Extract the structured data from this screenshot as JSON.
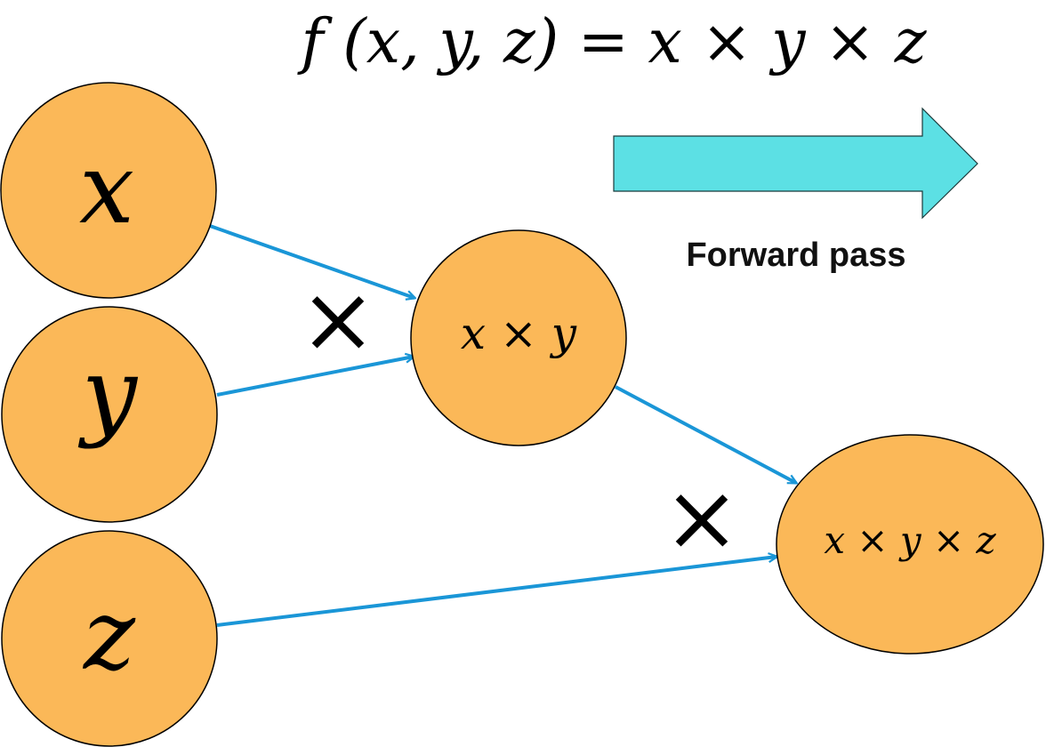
{
  "formula": "f (x, y, z) = x × y × z",
  "direction_label": "Forward pass",
  "colors": {
    "node_fill": "#FBB858",
    "node_stroke": "#000000",
    "edge": "#1A96D7",
    "arrow_fill": "#5CE0E4"
  },
  "nodes": {
    "x": "x",
    "y": "y",
    "z": "z",
    "xy": "x × y",
    "xyz": "x × y × z"
  },
  "operators": {
    "first": "×",
    "second": "×"
  }
}
